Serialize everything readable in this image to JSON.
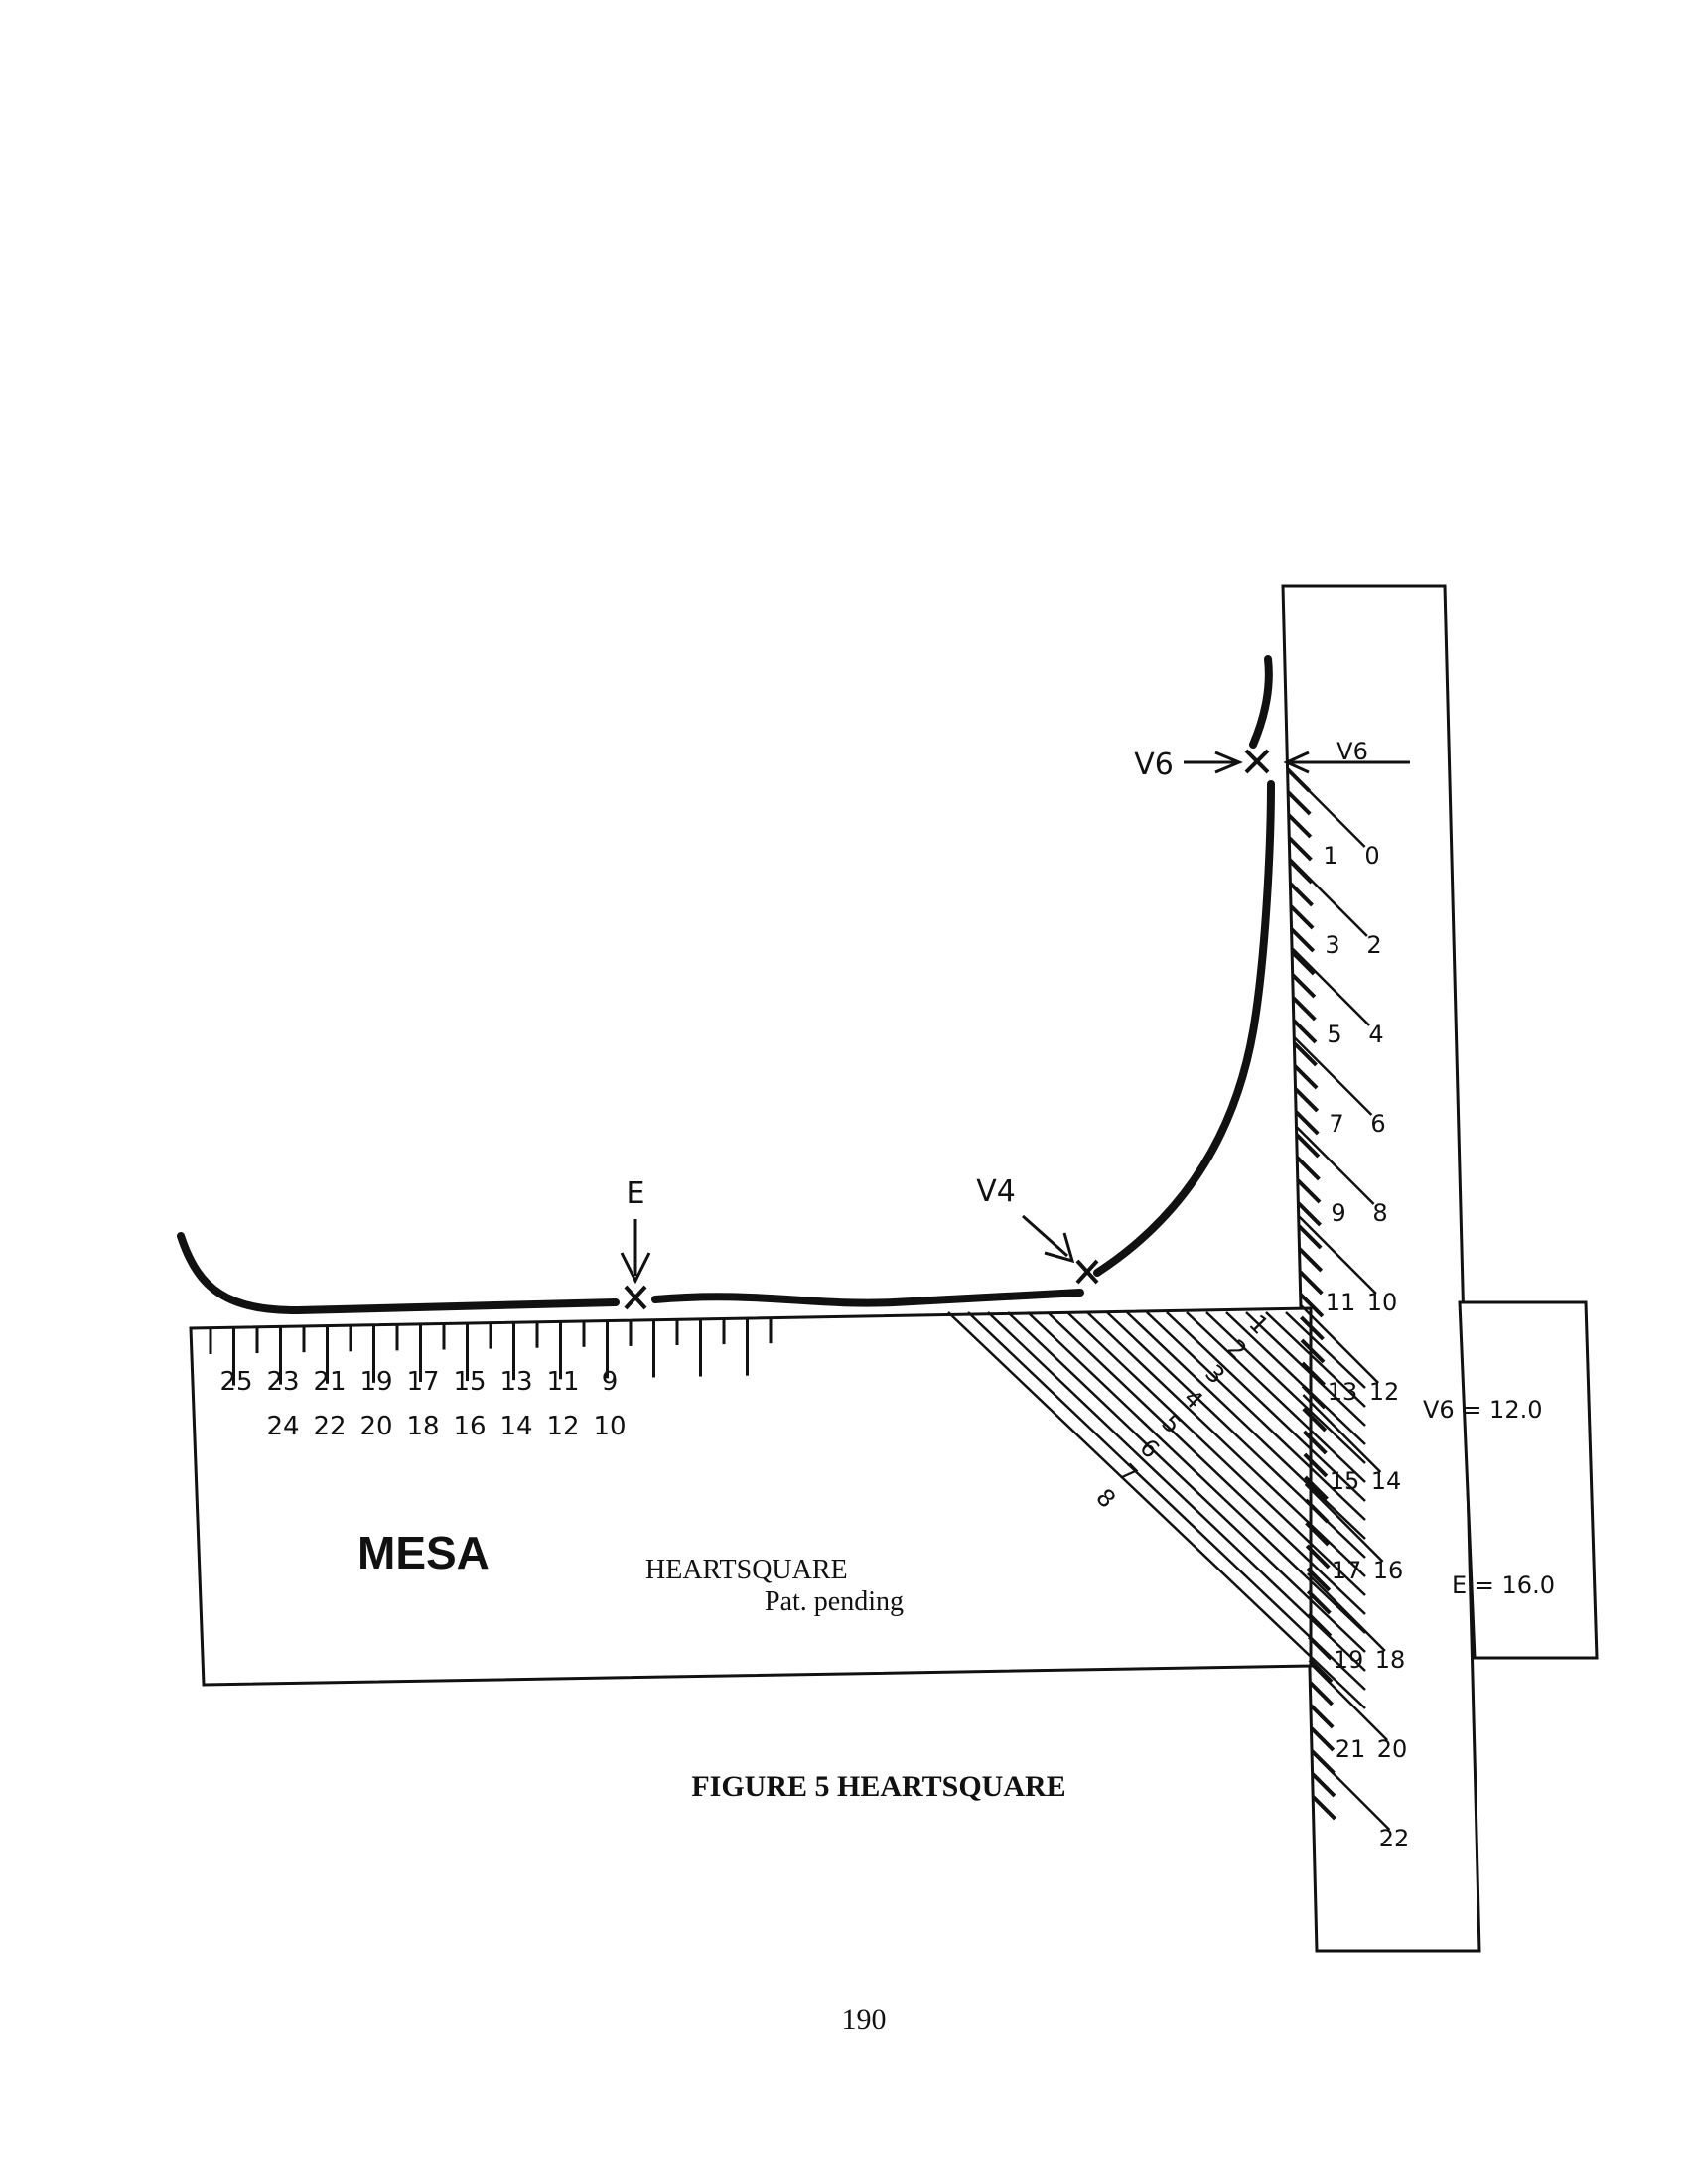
{
  "figure": {
    "caption": "FIGURE 5   HEARTSQUARE",
    "brand": "MESA",
    "product": "HEARTSQUARE",
    "patent": "Pat. pending",
    "horizontal_scale": {
      "upper": [
        "25",
        "23",
        "21",
        "19",
        "17",
        "15",
        "13",
        "11",
        "9"
      ],
      "lower": [
        "24",
        "22",
        "20",
        "18",
        "16",
        "14",
        "12",
        "10"
      ]
    },
    "vertical_scale": {
      "left": [
        "1",
        "3",
        "5",
        "7",
        "9",
        "11",
        "13",
        "15",
        "17",
        "19",
        "21"
      ],
      "right": [
        "0",
        "2",
        "4",
        "6",
        "8",
        "10",
        "12",
        "14",
        "16",
        "18",
        "20",
        "22"
      ]
    },
    "diagonal_scale": [
      "1",
      "2",
      "3",
      "4",
      "5",
      "6",
      "7",
      "8"
    ],
    "markers": {
      "e": "E",
      "v4": "V4",
      "v6": "V6",
      "v6_ruler": "V6"
    },
    "readouts": {
      "v6": "V6 = 12.0",
      "e": "E = 16.0"
    }
  },
  "page": {
    "number": "190"
  }
}
